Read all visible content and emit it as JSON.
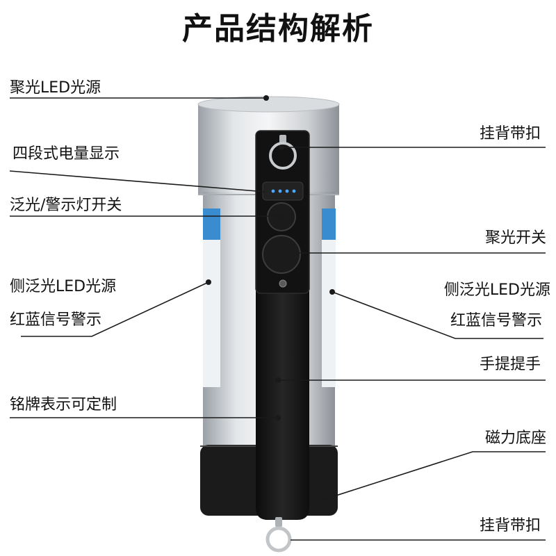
{
  "title": "产品结构解析",
  "callouts": {
    "left": [
      "聚光LED光源",
      "四段式电量显示",
      "泛光/警示灯开关",
      "侧泛光LED光源",
      "红蓝信号警示",
      "铭牌表示可定制"
    ],
    "right": [
      "挂背带扣",
      "聚光开关",
      "侧泛光LED光源",
      "红蓝信号警示",
      "手提提手",
      "磁力底座",
      "挂背带扣"
    ]
  },
  "colors": {
    "signal_blue": "#3a8cd0",
    "side_panel_white": "#eef2f5",
    "base_black": "#1b1b1b",
    "strap_black": "#171717",
    "indicator_blue": "#4aa8ff"
  }
}
